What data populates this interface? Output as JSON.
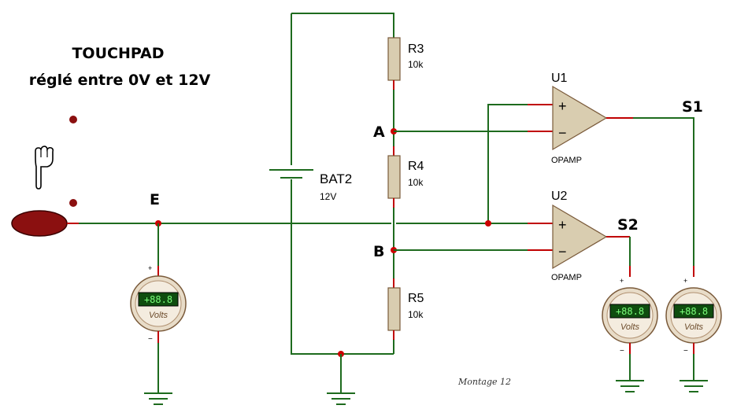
{
  "title": {
    "line1": "TOUCHPAD",
    "line2": "réglé entre 0V et 12V"
  },
  "nodes": {
    "e": "E",
    "a": "A",
    "b": "B",
    "s1": "S1",
    "s2": "S2"
  },
  "resistors": [
    {
      "ref": "R3",
      "value": "10k"
    },
    {
      "ref": "R4",
      "value": "10k"
    },
    {
      "ref": "R5",
      "value": "10k"
    }
  ],
  "battery": {
    "ref": "BAT2",
    "value": "12V"
  },
  "opamps": [
    {
      "ref": "U1",
      "type": "OPAMP",
      "plus": "+",
      "minus": "−"
    },
    {
      "ref": "U2",
      "type": "OPAMP",
      "plus": "+",
      "minus": "−"
    }
  ],
  "voltmeter": {
    "display": "+88.8",
    "unit": "Volts",
    "plus": "+",
    "minus": "−"
  },
  "caption": "Montage 12",
  "colors": {
    "wire": "#1e6b1e",
    "pin": "#c00000",
    "component": "#d9cdb0",
    "touchpad": "#8b1010",
    "meter_display": "#0f4d0f"
  }
}
